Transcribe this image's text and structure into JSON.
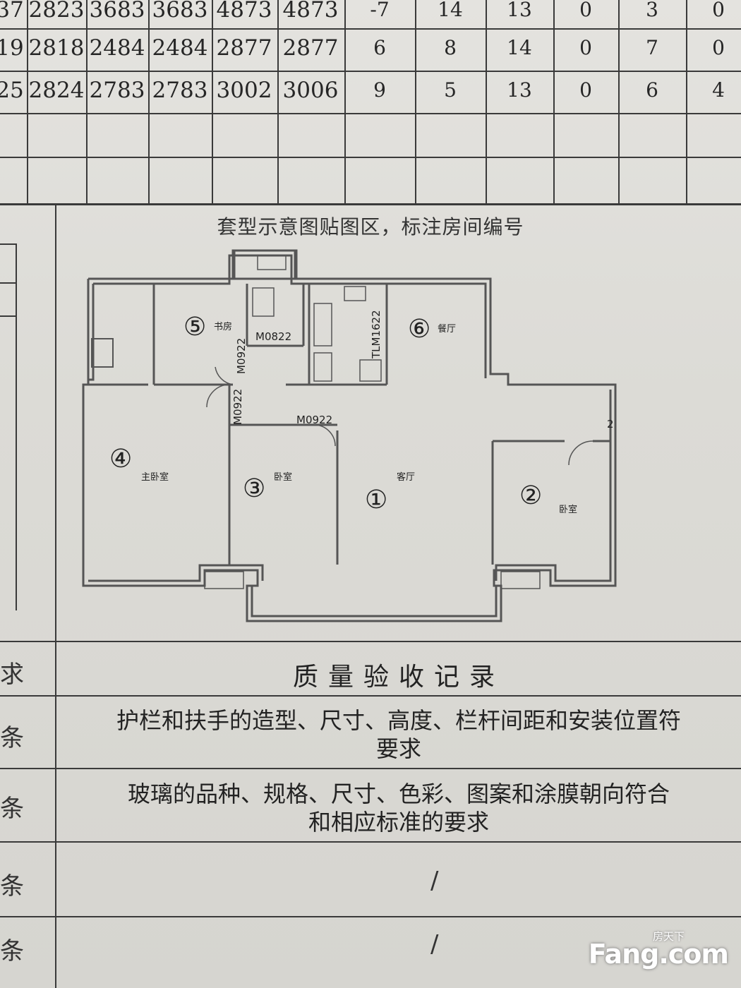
{
  "table": {
    "rows": [
      [
        "37",
        "2823",
        "3683",
        "3683",
        "4873",
        "4873",
        "-7",
        "14",
        "13",
        "0",
        "3",
        "0"
      ],
      [
        "19",
        "2818",
        "2484",
        "2484",
        "2877",
        "2877",
        "6",
        "8",
        "14",
        "0",
        "7",
        "0"
      ],
      [
        "25",
        "2824",
        "2783",
        "2783",
        "3002",
        "3006",
        "9",
        "5",
        "13",
        "0",
        "6",
        "4"
      ]
    ]
  },
  "plan": {
    "heading": "套型示意图贴图区，标注房间编号",
    "rooms": [
      {
        "num": "①",
        "name": "客厅"
      },
      {
        "num": "②",
        "name": "卧室"
      },
      {
        "num": "③",
        "name": "卧室"
      },
      {
        "num": "④",
        "name": "主卧室"
      },
      {
        "num": "⑤",
        "name": "书房"
      },
      {
        "num": "⑥",
        "name": "餐厅"
      }
    ],
    "door_codes": {
      "m0822": "M0822",
      "m0922_a": "M0922",
      "m0922_b": "M0922",
      "m0922_c": "M0922",
      "tlm1622": "TLM1622",
      "side_mark": "2"
    }
  },
  "record": {
    "title": "质量验收记录",
    "row1_line1": "护栏和扶手的造型、尺寸、高度、栏杆间距和安装位置符",
    "row1_line2": "要求",
    "row2_line1": "玻璃的品种、规格、尺寸、色彩、图案和涂膜朝向符合",
    "row2_line2": "和相应标准的要求",
    "slash": "/",
    "side_chars": [
      "求",
      "条",
      "条",
      "条",
      "条"
    ]
  },
  "watermark": {
    "top": "房天下",
    "brand": "Fang.com"
  }
}
